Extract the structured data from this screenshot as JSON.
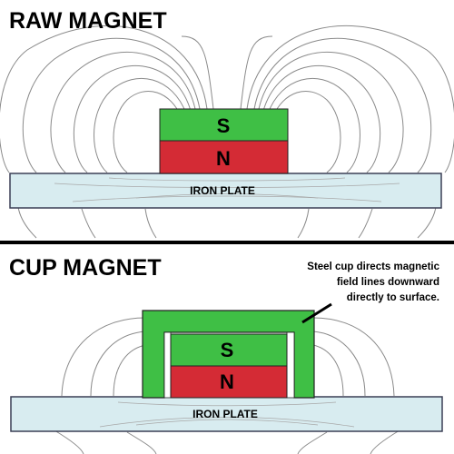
{
  "panels": {
    "raw": {
      "title": "RAW MAGNET",
      "plate_label": "IRON PLATE",
      "south_label": "S",
      "north_label": "N"
    },
    "cup": {
      "title": "CUP MAGNET",
      "plate_label": "IRON PLATE",
      "south_label": "S",
      "north_label": "N",
      "annotation_lines": [
        "Steel cup directs magnetic",
        "field lines downward",
        "directly to surface."
      ]
    }
  },
  "colors": {
    "south": "#3fbf45",
    "north": "#d42b35",
    "cup": "#3fbf45",
    "plate": "#d8ecf0",
    "divider": "#000000"
  }
}
